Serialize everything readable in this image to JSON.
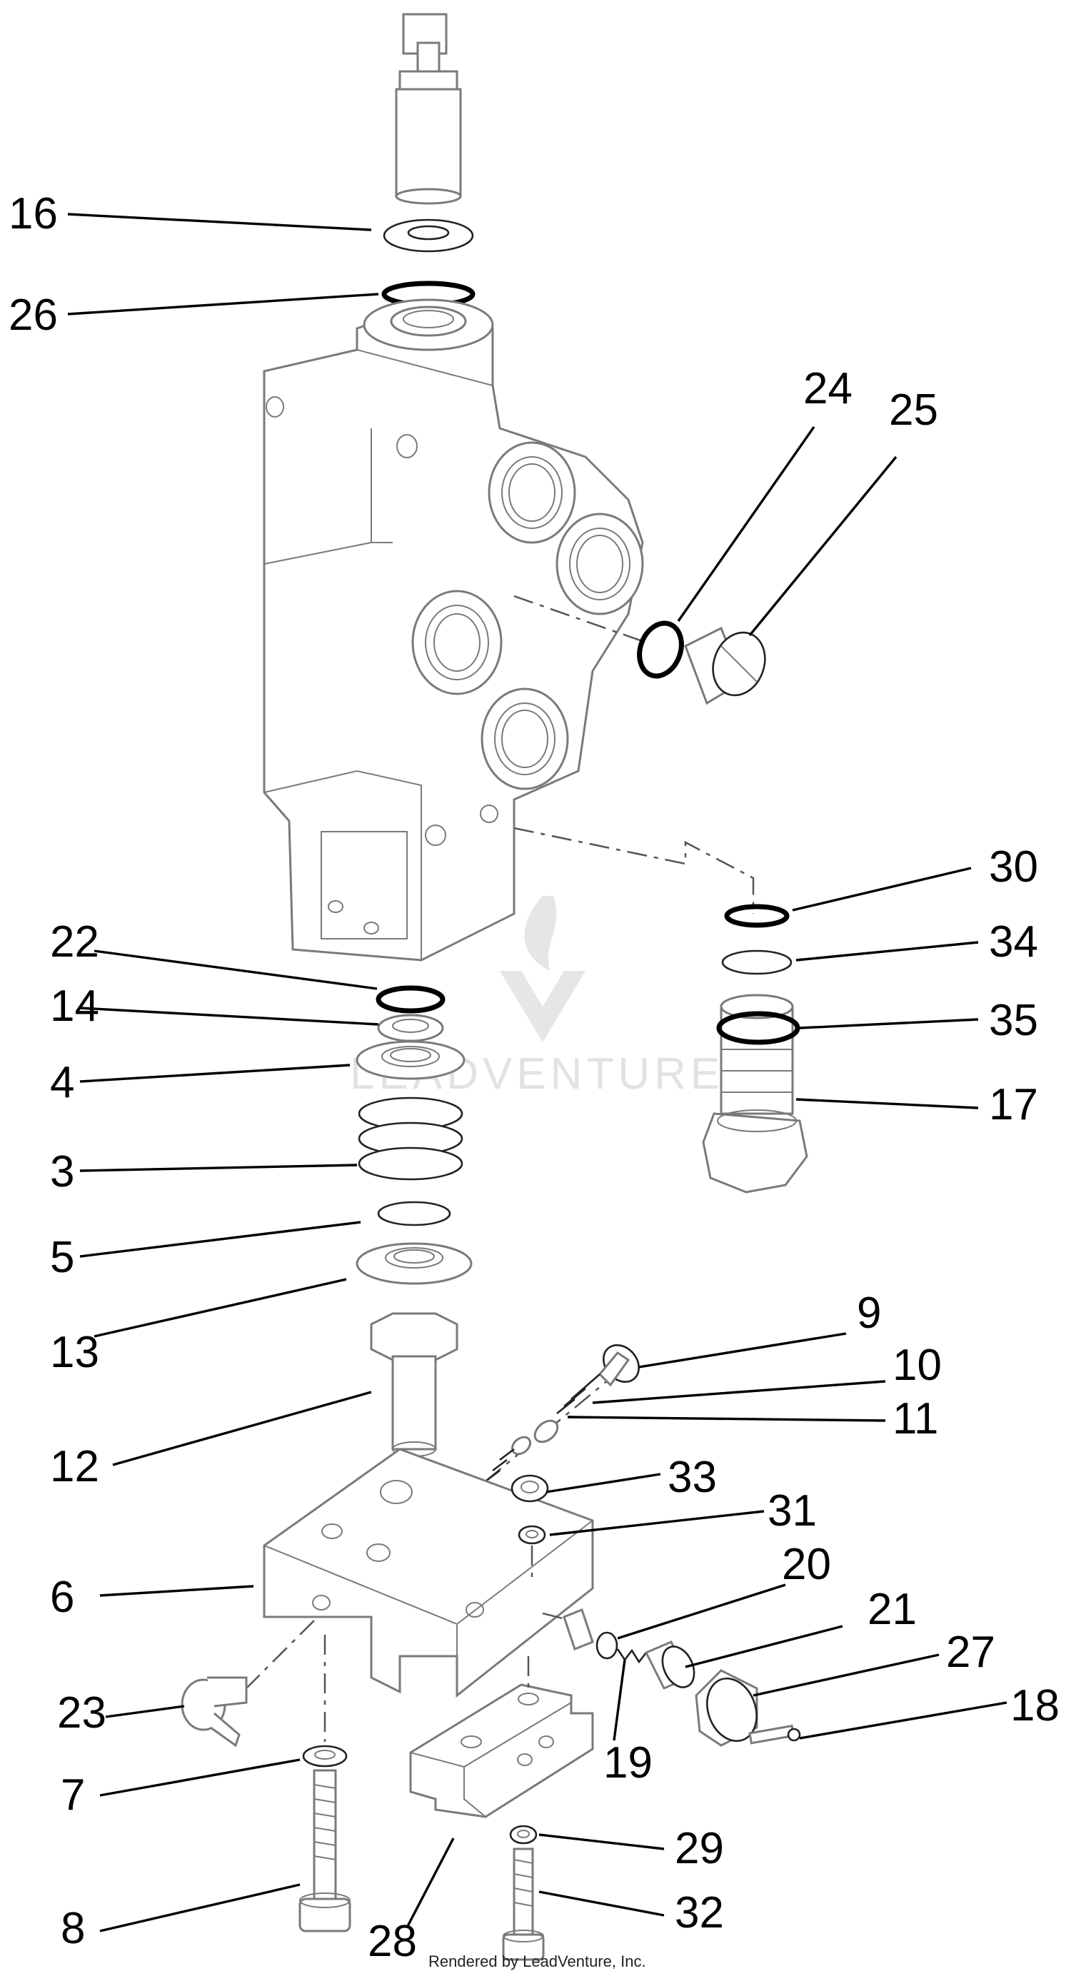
{
  "callouts": {
    "c16": "16",
    "c26": "26",
    "c24": "24",
    "c25": "25",
    "c30": "30",
    "c34": "34",
    "c35": "35",
    "c17": "17",
    "c22": "22",
    "c14": "14",
    "c4": "4",
    "c3": "3",
    "c5": "5",
    "c13": "13",
    "c9": "9",
    "c10": "10",
    "c11": "11",
    "c12": "12",
    "c33": "33",
    "c31": "31",
    "c6": "6",
    "c20": "20",
    "c21": "21",
    "c27": "27",
    "c18": "18",
    "c23": "23",
    "c19": "19",
    "c7": "7",
    "c29": "29",
    "c8": "8",
    "c28": "28",
    "c32": "32"
  },
  "watermark": "LEADVENTURE",
  "footer": "Rendered by LeadVenture, Inc.",
  "colors": {
    "line": "#000000",
    "part": "#7a7a7a",
    "background": "#ffffff"
  }
}
